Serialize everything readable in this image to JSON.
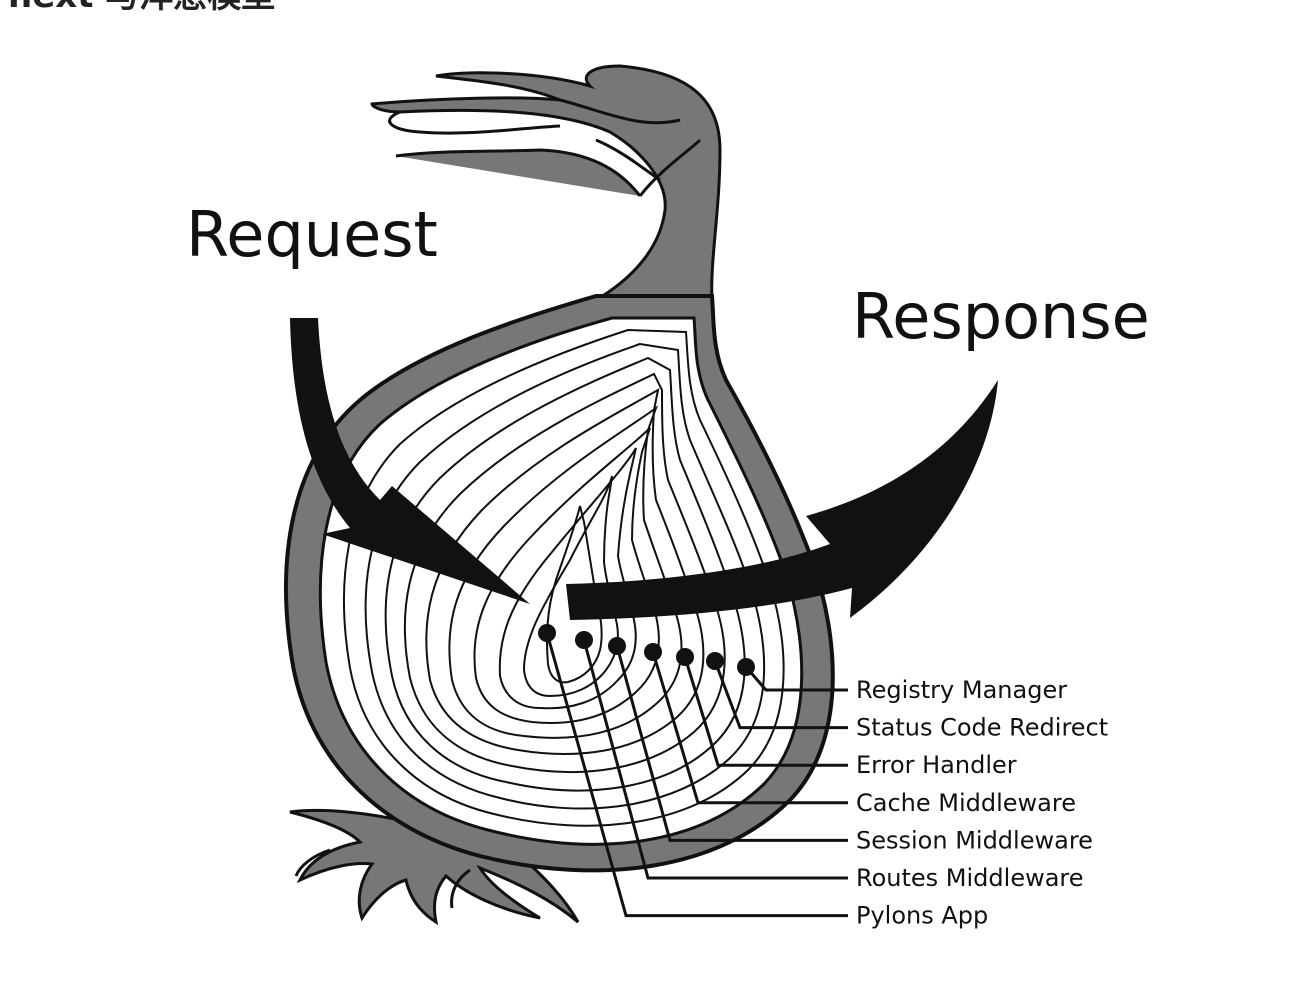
{
  "page_heading": "next 与洋葱模型",
  "diagram": {
    "request_label": "Request",
    "response_label": "Response",
    "layers": [
      "Registry Manager",
      "Status Code Redirect",
      "Error Handler",
      "Cache Middleware",
      "Session Middleware",
      "Routes Middleware",
      "Pylons App"
    ],
    "colors": {
      "outline": "#111111",
      "skin": "#777777",
      "flesh": "#ffffff"
    }
  }
}
